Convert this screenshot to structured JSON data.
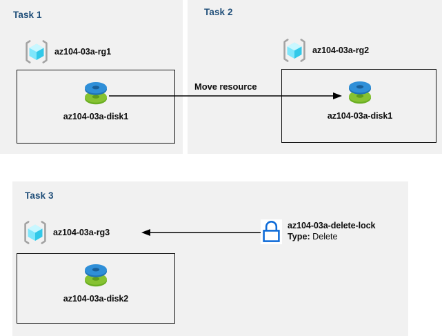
{
  "diagram": {
    "background": "#ffffff",
    "panel_color": "#f1f1f1",
    "task_label_color": "#1f4e79",
    "panels": [
      {
        "id": "task1",
        "label": "Task 1"
      },
      {
        "id": "task2",
        "label": "Task 2"
      },
      {
        "id": "task3",
        "label": "Task 3"
      }
    ],
    "nodes": {
      "rg1": {
        "label": "az104-03a-rg1",
        "icon": "resource-group-icon"
      },
      "rg2": {
        "label": "az104-03a-rg2",
        "icon": "resource-group-icon"
      },
      "rg3": {
        "label": "az104-03a-rg3",
        "icon": "resource-group-icon"
      },
      "disk1_source": {
        "label": "az104-03a-disk1",
        "icon": "disk-icon"
      },
      "disk1_target": {
        "label": "az104-03a-disk1",
        "icon": "disk-icon"
      },
      "disk2": {
        "label": "az104-03a-disk2",
        "icon": "disk-icon"
      },
      "lock": {
        "title": "az104-03a-delete-lock",
        "type_label": "Type:",
        "type_value": "Delete",
        "icon": "lock-icon"
      }
    },
    "connectors": {
      "move": {
        "caption": "Move resource",
        "direction": "right"
      },
      "lock_applies": {
        "caption": "",
        "direction": "left"
      }
    },
    "colors": {
      "disk_top": "#2f8fd8",
      "disk_bottom": "#7ab929",
      "cube": "#50e6ff",
      "bracket": "#a0a0a0",
      "lock": "#0f6cd8",
      "outline": "#111111"
    }
  }
}
